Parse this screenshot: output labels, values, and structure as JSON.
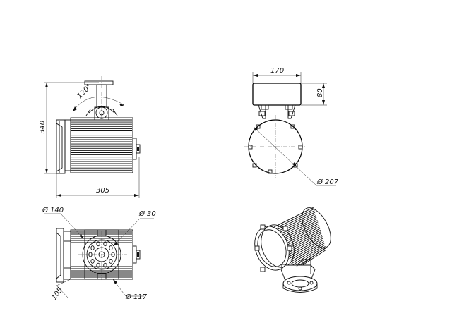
{
  "dimensions": {
    "side_height": "340",
    "side_length": "305",
    "side_angle": "120°",
    "bracket_width": "170",
    "bracket_height": "80",
    "front_diameter": "Ø 207",
    "bottom_diameter_140": "Ø 140",
    "bottom_diameter_30": "Ø 30",
    "bottom_width_105": "105",
    "bottom_diameter_117": "Ø 117"
  }
}
